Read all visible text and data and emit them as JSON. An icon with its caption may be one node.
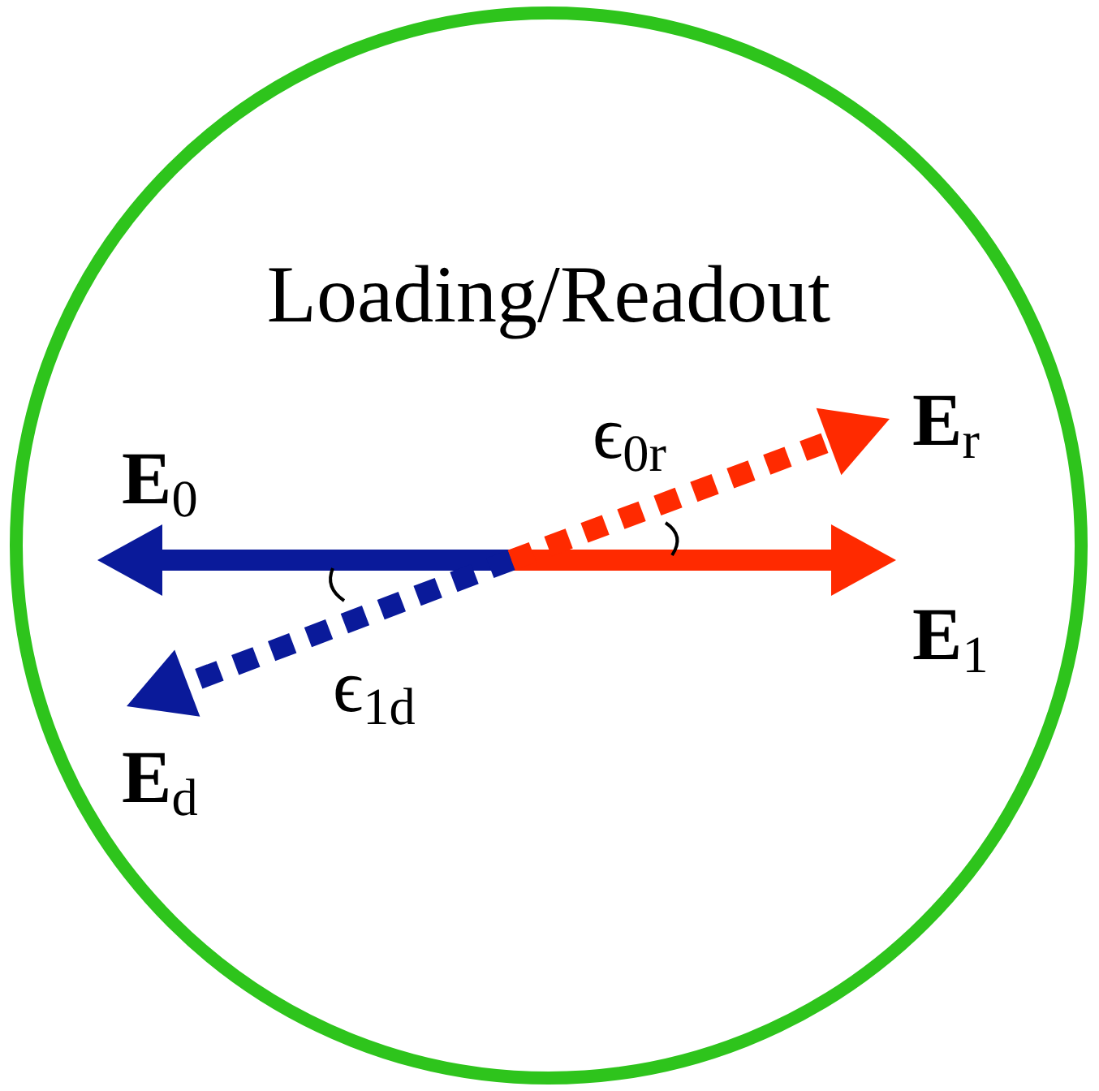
{
  "diagram": {
    "nodes": [
      {
        "text": [
          "Loading/Readout"
        ]
      }
    ],
    "labels": [
      "**E**$_{0}$",
      "ϵ$_{0r}$",
      "**E**$_{r}$",
      "**E**$_{1}$",
      "ϵ$_{1d}$",
      "**E**$_{d}$"
    ]
  }
}
